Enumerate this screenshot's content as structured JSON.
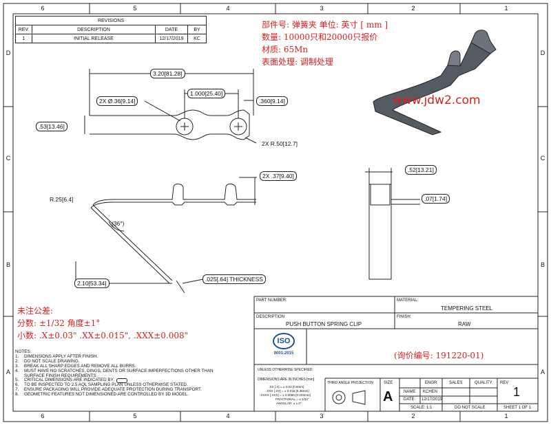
{
  "zones": {
    "columns": [
      "6",
      "5",
      "4",
      "3",
      "2",
      "1"
    ],
    "rows": [
      "D",
      "C",
      "B",
      "A"
    ]
  },
  "revisions": {
    "title": "REVISIONS",
    "headers": [
      "REV.",
      "DESCRIPTION",
      "DATE",
      "BY"
    ],
    "rows": [
      [
        "1",
        "INITIAL RELEASE",
        "12/17/2019",
        "KC"
      ]
    ]
  },
  "spec_notes": [
    "部件号: 弹簧夹   单位: 英寸 [ mm ]",
    "数量: 10000只和20000只报价",
    "材质: 65Mn",
    "表面处理: 调制处理"
  ],
  "watermark": "www.jdw2.com",
  "dims": {
    "overall": "3.20[81.28]",
    "pitch": "1.000[25.40]",
    "hole": "2X Ø.36[9.14]",
    "end": ".360[9.14]",
    "height": ".53[13.46]",
    "radius": "2X R.50[12.7]",
    "bump": "2X .37[9.40]",
    "bend_r": "R.25[6.4]",
    "angle": "(36°)",
    "leg": "2.10[53.34]",
    "thick": ".025[.64] THICKNESS",
    "width": ".52[13.21]",
    "depth": ".07[1.74]"
  },
  "tolerance_notes": [
    "未注公差:",
    "分数: ±1/32 角度±1°",
    "小数: .X±0.03\"     .XX±0.015\", .XXX±0.008\""
  ],
  "notes": {
    "title": "NOTES:",
    "items": [
      [
        "1.",
        "DIMENSIONS APPLY AFTER FINISH."
      ],
      [
        "2.",
        "DO NOT SCALE DRAWING."
      ],
      [
        "3.",
        "BREAK ALL SHARP EDGES AND REMOVE ALL BURRS."
      ],
      [
        "4.",
        "MUST HAVE NO SCRATCHES, DINGS, DENTS OR SURFACE IMPERFECTIONS OTHER THAN"
      ],
      [
        "",
        "SURFACE FINISH REQUIREMENTS."
      ],
      [
        "5.",
        "CRITICAL DIMENSIONS ARE INDICATED BY:"
      ],
      [
        "6.",
        "TO BE INSPECTED TO 2.5 AQL SAMPLING PLAN UNLESS OTHERWISE STATED."
      ],
      [
        "7.",
        "ENSURE PACKAGING WILL PROVIDE ADEQUATE PROTECTION DURING TRANSPORT."
      ],
      [
        "8.",
        "GEOMETRIC FEATURES NOT DIMENSIONED ARE CONTROLLED BY 3D MODEL."
      ]
    ]
  },
  "title_block": {
    "part_number_label": "PART NUMBER:",
    "material_label": "MATERIAL:",
    "material": "TEMPERING STEEL",
    "description_label": "DESCRIPTION:",
    "description": "PUSH BUTTON SPRING CLIP",
    "finish_label": "FINISH:",
    "finish": "RAW",
    "iso": "ISO",
    "iso_sub": "9001:2015",
    "inquiry": "(询价编号: 191220-01)",
    "unless": "UNLESS OTHERWISE SPECIFIED:",
    "dims_in": "DIMENSIONS ARE IN INCHES [mm]",
    "tol_lines": [
      ".XX [.X]  = ± 0.03 [0.8mm]",
      ".XXX [.XX] = ± 0.015 [0.38mm]",
      ".XXXX [.XXX] = ± 0.0080 [0.203mm]",
      "FRACTIONAL = ± 1/32\"",
      "ANGULAR: ± 1.0°"
    ],
    "projection": "THIRD ANGLE PROJECTION",
    "size_label": "SIZE",
    "size": "A",
    "engr": "ENGR",
    "sales": "SALES",
    "quality": "QUALITY",
    "rev_label": "REV",
    "rev": "1",
    "name_label": "NAME",
    "name": "KCHEN",
    "date_label": "DATE",
    "date": "12/17/2019",
    "scale": "SCALE: 1:1",
    "noscale": "DO NOT SCALE",
    "sheet": "SHEET 1 OF 1"
  }
}
